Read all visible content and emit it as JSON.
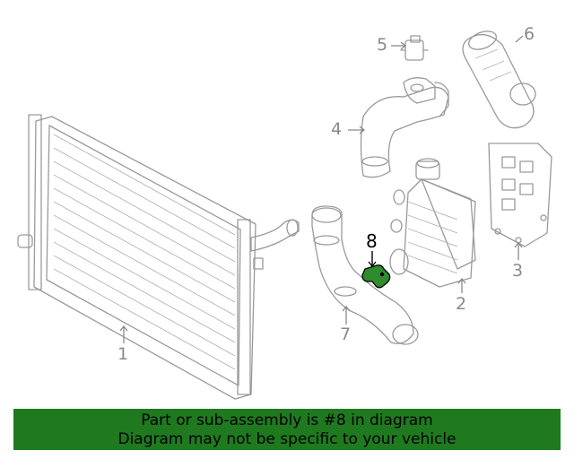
{
  "callouts": [
    {
      "id": "1",
      "label": "1"
    },
    {
      "id": "2",
      "label": "2"
    },
    {
      "id": "3",
      "label": "3"
    },
    {
      "id": "4",
      "label": "4"
    },
    {
      "id": "5",
      "label": "5"
    },
    {
      "id": "6",
      "label": "6"
    },
    {
      "id": "7",
      "label": "7"
    },
    {
      "id": "8",
      "label": "8",
      "highlighted": true
    }
  ],
  "highlight_color": "#2e8b2e",
  "banner": {
    "line1": "Part or sub-assembly is #8 in diagram",
    "line2": "Diagram may not be specific to your vehicle",
    "background": "#1f7a1f"
  }
}
